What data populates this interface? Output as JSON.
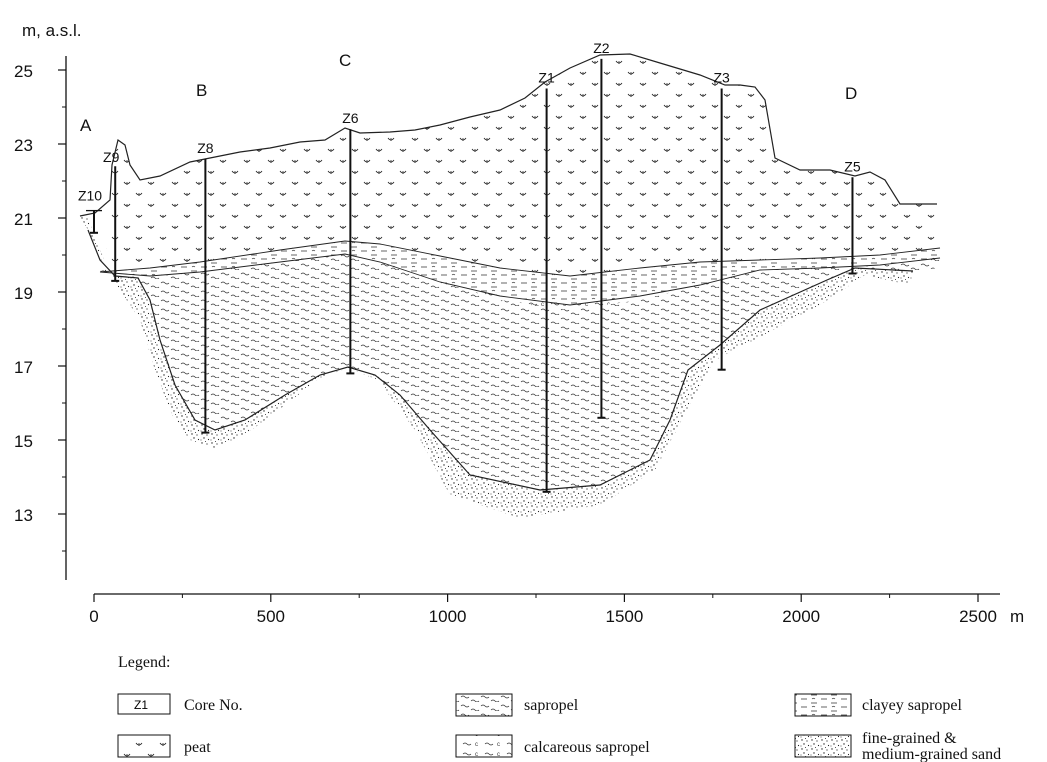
{
  "figure": {
    "y_axis_unit": "m, a.s.l.",
    "x_axis_unit": "m",
    "y_ticks": [
      "25",
      "23",
      "21",
      "19",
      "17",
      "15",
      "13"
    ],
    "x_ticks": [
      "0",
      "500",
      "1000",
      "1500",
      "2000",
      "2500"
    ],
    "section_points": [
      "A",
      "B",
      "C",
      "D"
    ],
    "cores": [
      {
        "id": "Z10",
        "x_m": 0,
        "top_m": 21.2,
        "bottom_m": 20.6
      },
      {
        "id": "Z9",
        "x_m": 60,
        "top_m": 22.4,
        "bottom_m": 19.3
      },
      {
        "id": "Z8",
        "x_m": 315,
        "top_m": 22.6,
        "bottom_m": 15.2
      },
      {
        "id": "Z6",
        "x_m": 725,
        "top_m": 23.4,
        "bottom_m": 16.8
      },
      {
        "id": "Z1",
        "x_m": 1280,
        "top_m": 24.5,
        "bottom_m": 13.6
      },
      {
        "id": "Z2",
        "x_m": 1435,
        "top_m": 25.3,
        "bottom_m": 15.6
      },
      {
        "id": "Z3",
        "x_m": 1775,
        "top_m": 24.5,
        "bottom_m": 16.9
      },
      {
        "id": "Z5",
        "x_m": 2145,
        "top_m": 22.1,
        "bottom_m": 19.5
      }
    ]
  },
  "legend": {
    "title": "Legend:",
    "items": [
      {
        "key": "core",
        "label": "Core No.",
        "sample": "Z1"
      },
      {
        "key": "peat",
        "label": "peat"
      },
      {
        "key": "sapropel",
        "label": "sapropel"
      },
      {
        "key": "calcareous",
        "label": "calcareous sapropel"
      },
      {
        "key": "clayey",
        "label": "clayey sapropel"
      },
      {
        "key": "sand",
        "label_line1": "fine-grained &",
        "label_line2": "medium-grained sand"
      }
    ]
  }
}
